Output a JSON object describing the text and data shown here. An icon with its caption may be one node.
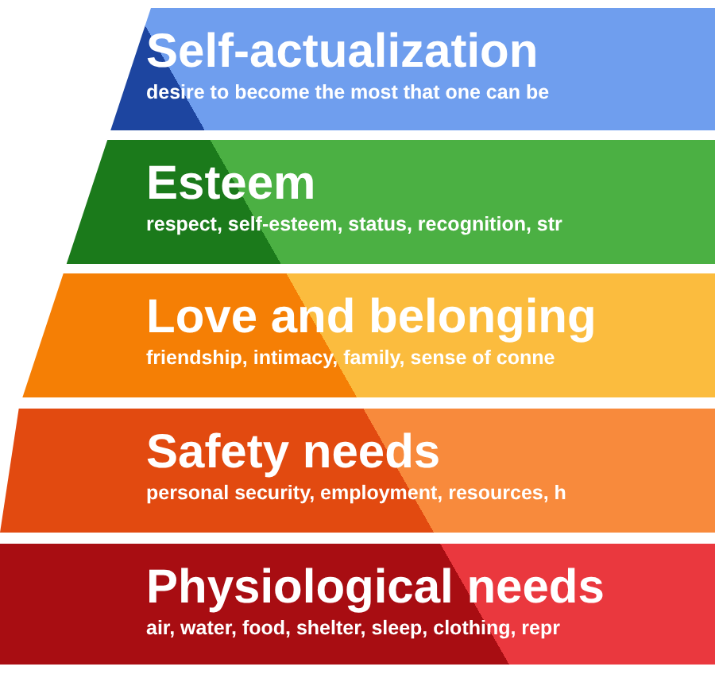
{
  "diagram": {
    "nodes": [
      {
        "text": [
          "Self-actualization",
          "desire to become the most that one can be"
        ]
      },
      {
        "text": [
          "Esteem",
          "respect, self-esteem, status, recognition, str"
        ]
      },
      {
        "text": [
          "Love and belonging",
          "friendship, intimacy, family, sense of conne"
        ]
      },
      {
        "text": [
          "Safety needs",
          "personal security, employment, resources, h"
        ]
      },
      {
        "text": [
          "Physiological needs",
          "air, water, food, shelter, sleep, clothing, repr"
        ]
      }
    ]
  }
}
